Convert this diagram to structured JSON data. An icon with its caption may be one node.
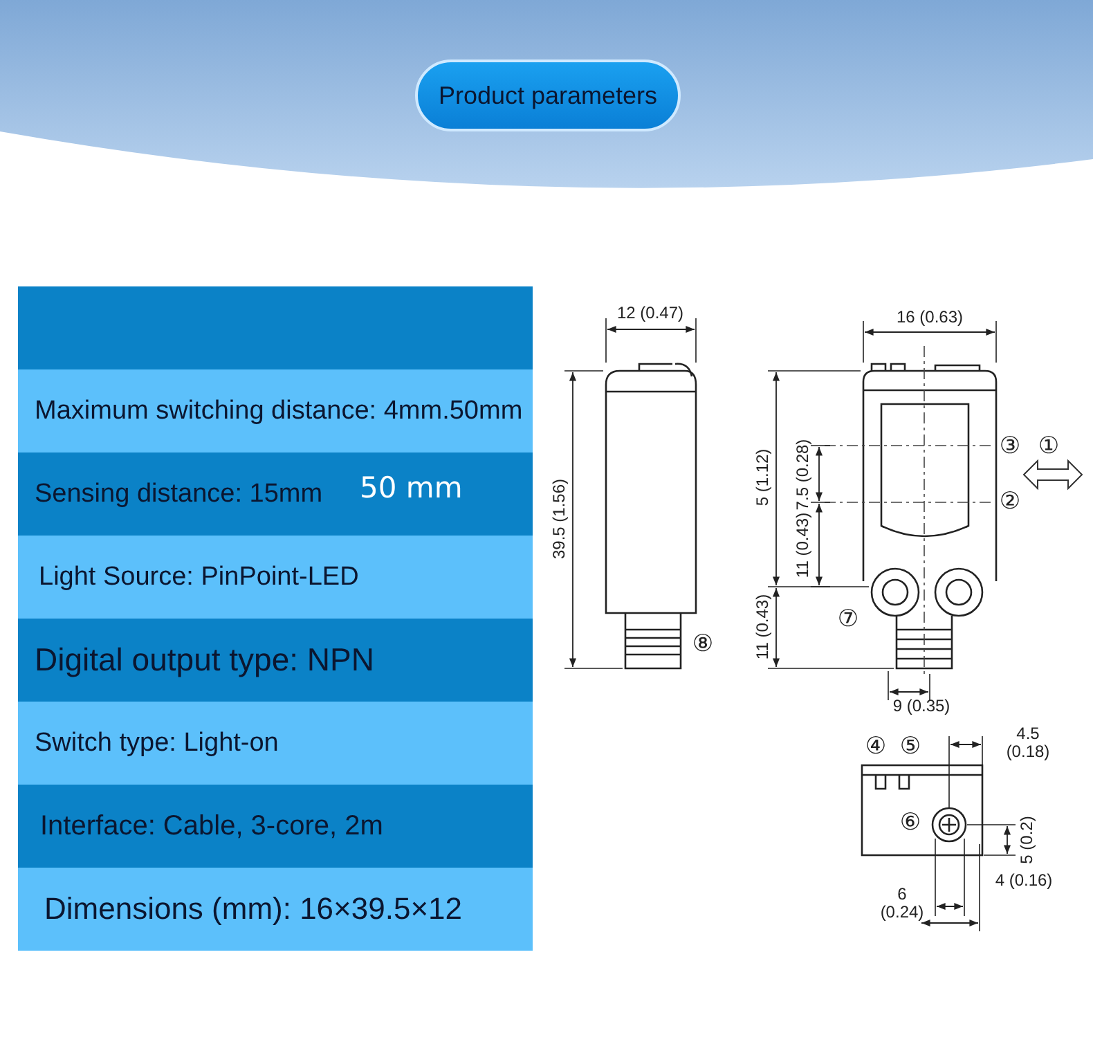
{
  "diagram": {
    "title": "Product parameters",
    "labels": [
      "Maximum switching distance: 4mm.50mm",
      "Sensing distance: 15mm",
      "50 mm",
      "Light Source: PinPoint-LED",
      "Digital output type: NPN",
      "Switch type: Light-on",
      "Interface: Cable, 3-core, 2m",
      "Dimensions (mm): 16×39.5×12",
      "12 (0.47)",
      "16 (0.63)",
      "39.5 (1.56)",
      "5 (1.12)",
      "7.5 (0.28)",
      "③",
      "①",
      "11 (0.43)",
      "②",
      "⑦",
      "⑧",
      "11 (0.43)",
      "9 (0.35)",
      "④",
      "⑤",
      "4.5 (0.18)",
      "⑥",
      "5 (0.2)",
      "4 (0.16)",
      "6 (0.24)"
    ]
  }
}
